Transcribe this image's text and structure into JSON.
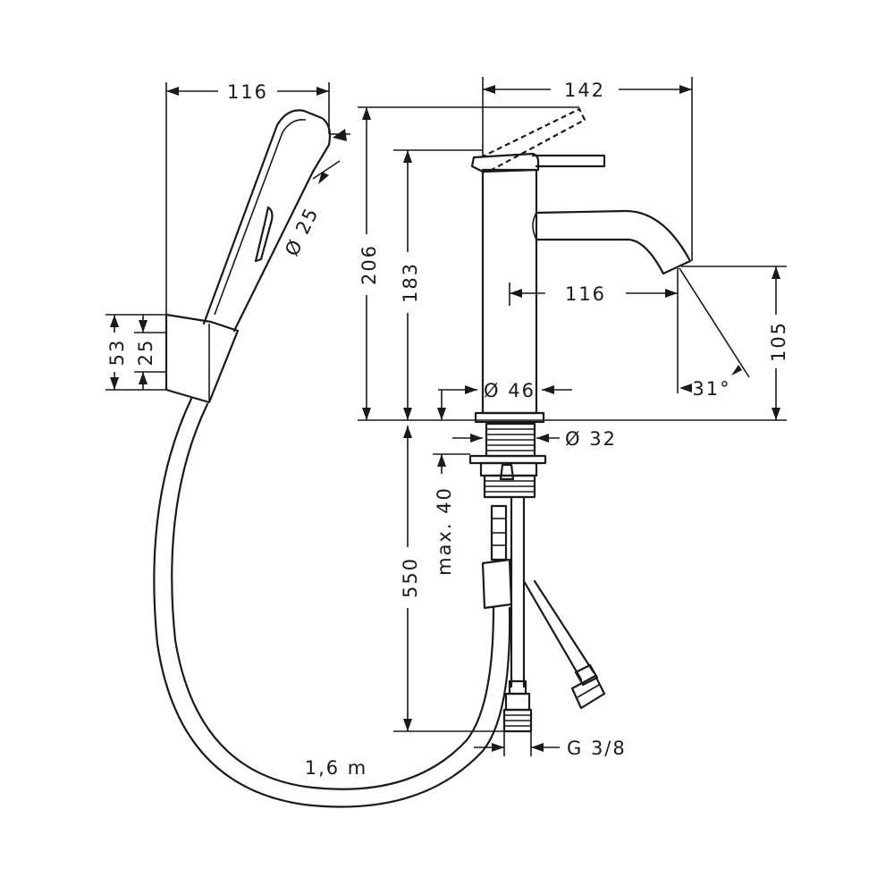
{
  "dimensions": {
    "shower_width": "116",
    "shower_diameter": "Ø 25",
    "holder_height": "53",
    "holder_inner": "25",
    "faucet_width": "142",
    "total_height": "206",
    "body_height": "183",
    "spout_reach": "116",
    "spout_height": "105",
    "spout_angle": "31°",
    "body_diameter": "Ø 46",
    "thread_diameter": "Ø 32",
    "max_thickness": "max. 40",
    "hose_length_supply": "550",
    "connection": "G 3/8",
    "shower_hose": "1,6 m"
  },
  "colors": {
    "line": "#1a1a1a",
    "background": "#ffffff"
  }
}
